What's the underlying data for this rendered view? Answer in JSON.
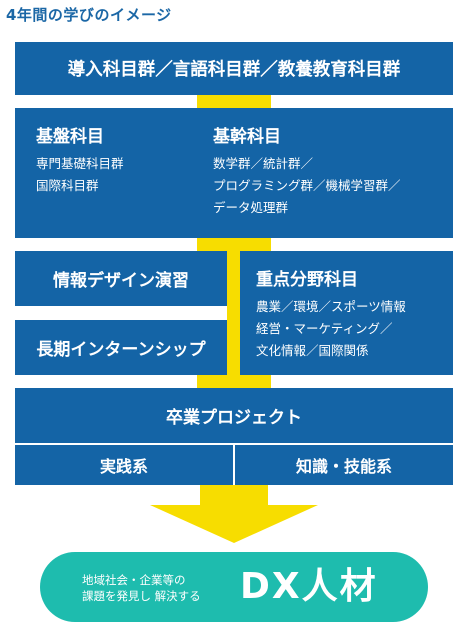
{
  "title": "4年間の学びのイメージ",
  "intro": "導入科目群／言語科目群／教養教育科目群",
  "basic": {
    "heading": "基盤科目",
    "lines": [
      "専門基礎科目群",
      "国際科目群"
    ]
  },
  "core": {
    "heading": "基幹科目",
    "lines": [
      "数学群／統計群／",
      "プログラミング群／機械学習群／",
      "データ処理群"
    ]
  },
  "design": "情報デザイン演習",
  "internship": "長期インターンシップ",
  "focus": {
    "heading": "重点分野科目",
    "lines": [
      "農業／環境／スポーツ情報",
      "経営・マーケティング／",
      "文化情報／国際関係"
    ]
  },
  "graduation": "卒業プロジェクト",
  "practice": "実践系",
  "knowledge": "知識・技能系",
  "outcome": {
    "line1": "地域社会・企業等の",
    "line2": "課題を発見し 解決する",
    "main": "DX人材"
  },
  "colors": {
    "blue": "#1464a6",
    "yellow": "#f7dd00",
    "teal": "#1ebcae"
  }
}
